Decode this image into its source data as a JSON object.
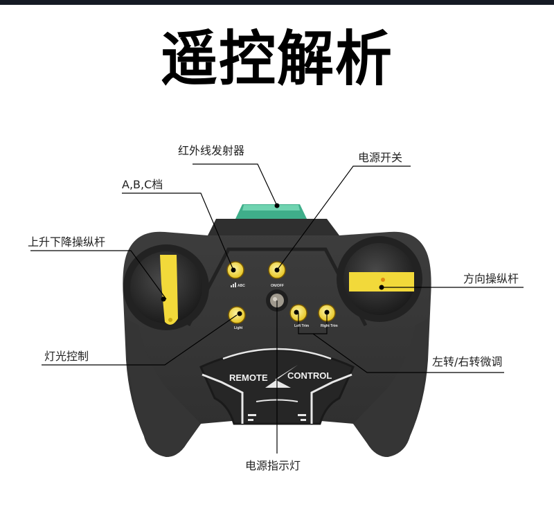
{
  "title": "遥控解析",
  "colors": {
    "top_bar": "#151a24",
    "body": "#3a3a3a",
    "body_dark": "#2a2a2a",
    "accent_yellow": "#f2d93a",
    "ir_emitter": "#3fae8a",
    "label_text": "#222222"
  },
  "labels": {
    "ir_emitter": "红外线发射器",
    "power_switch": "电源开关",
    "abc_gear": "A,B,C档",
    "throttle_stick": "上升下降操纵杆",
    "direction_stick": "方向操纵杆",
    "light_control": "灯光控制",
    "trim": "左转/右转微调",
    "power_indicator": "电源指示灯"
  },
  "device": {
    "buttons": {
      "abc": "ABC",
      "onoff": "ON/OFF",
      "light": "Light",
      "left_trim": "Left Trim",
      "right_trim": "Right Trim"
    },
    "brand_left": "REMOTE",
    "brand_right": "CONTROL"
  }
}
